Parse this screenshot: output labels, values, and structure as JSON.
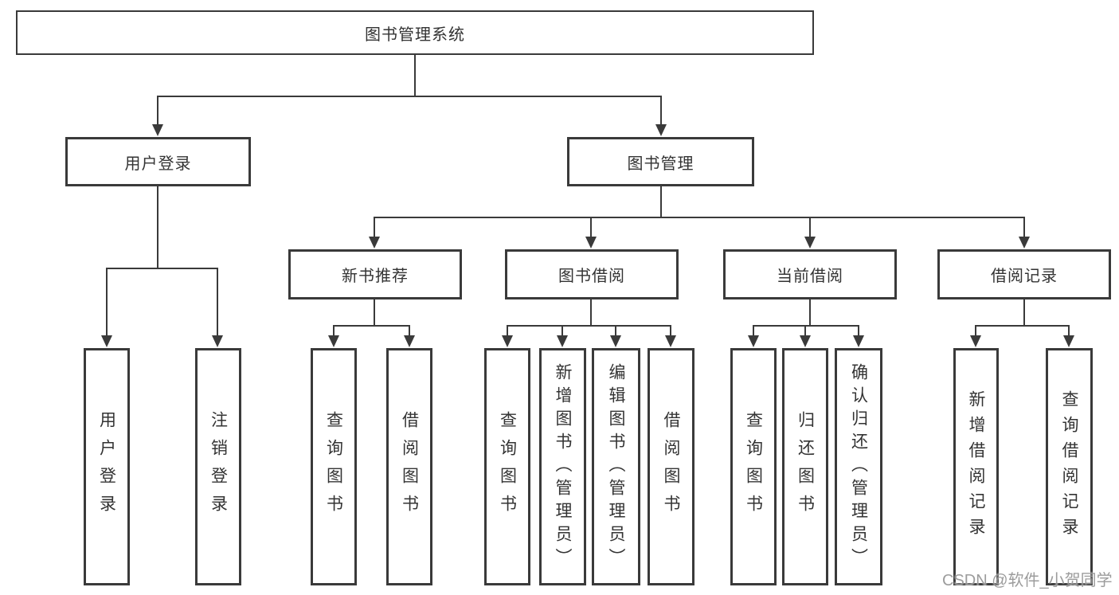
{
  "diagram": {
    "type": "hierarchy-tree",
    "nodes": {
      "root": "图书管理系统",
      "user_login": "用户登录",
      "book_mgmt": "图书管理",
      "leaves_login": {
        "user_login": "用户登录",
        "logout": "注销登录"
      },
      "new_rec": "新书推荐",
      "borrow": "图书借阅",
      "current": "当前借阅",
      "records": "借阅记录",
      "leaves_new_rec": {
        "query": "查询图书",
        "borrow": "借阅图书"
      },
      "leaves_borrow": {
        "query": "查询图书",
        "add": "新增图书（管理员）",
        "edit": "编辑图书（管理员）",
        "borrow": "借阅图书"
      },
      "leaves_current": {
        "query": "查询图书",
        "return": "归还图书",
        "confirm": "确认归还（管理员）"
      },
      "leaves_records": {
        "add": "新增借阅记录",
        "query": "查询借阅记录"
      }
    },
    "structure": {
      "图书管理系统": [
        "用户登录",
        "图书管理"
      ],
      "用户登录": [
        "用户登录",
        "注销登录"
      ],
      "图书管理": [
        "新书推荐",
        "图书借阅",
        "当前借阅",
        "借阅记录"
      ],
      "新书推荐": [
        "查询图书",
        "借阅图书"
      ],
      "图书借阅": [
        "查询图书",
        "新增图书（管理员）",
        "编辑图书（管理员）",
        "借阅图书"
      ],
      "当前借阅": [
        "查询图书",
        "归还图书",
        "确认归还（管理员）"
      ],
      "借阅记录": [
        "新增借阅记录",
        "查询借阅记录"
      ]
    },
    "colors": {
      "line": "#3a3a3a",
      "text": "#333333",
      "background": "#ffffff",
      "watermark": "#919191"
    }
  },
  "watermark": {
    "text": "CSDN @软件_小贺同学"
  }
}
